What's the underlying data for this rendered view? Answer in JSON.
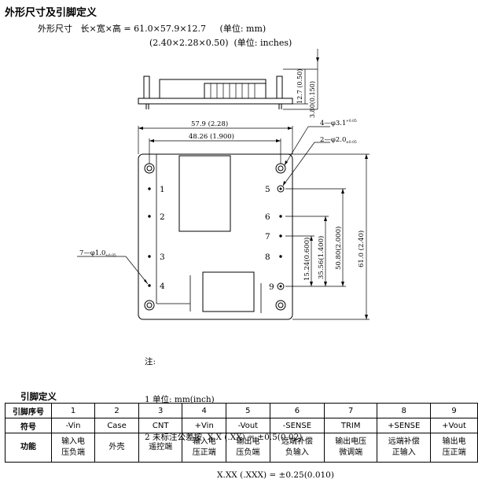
{
  "title": "外形尺寸及引脚定义",
  "dimensions": {
    "label": "外形尺寸",
    "metric": "长×宽×高 = 61.0×57.9×12.7",
    "metric_unit": "(单位: mm)",
    "imperial": "(2.40×2.28×0.50)",
    "imperial_unit": "(单位: inches)"
  },
  "side_view": {
    "dim_height": "12.7 (0.50)",
    "dim_pin": "3.80(0.150)"
  },
  "top_view": {
    "width_total": "57.9 (2.28)",
    "width_holes": "48.26 (1.900)",
    "height_total": "61.0 (2.40)",
    "height_a": "50.80(2.000)",
    "height_b": "35.56(1.400)",
    "height_c": "15.24(0.600)",
    "mount_holes": "4—φ3.1",
    "mount_holes_tol": "+0.05",
    "pin_big": "2—φ2.0",
    "pin_big_tol": "±0.05",
    "pin_small": "7—φ1.0",
    "pin_small_tol": "±0.05",
    "pin_numbers": [
      "1",
      "2",
      "3",
      "4",
      "5",
      "6",
      "7",
      "8",
      "9"
    ]
  },
  "notes": {
    "head": "注:",
    "line1": "1 单位: mm(inch)",
    "line2": "2 未标注公差按  X.X (.XX) = ±0.5(0.02)",
    "line3": "X.XX (.XXX) = ±0.25(0.010)"
  },
  "pin_section_title": "引脚定义",
  "pin_table": {
    "row_labels": [
      "引脚序号",
      "符号",
      "功能"
    ],
    "pins": [
      {
        "no": "1",
        "symbol": "-Vin",
        "func_a": "输入电",
        "func_b": "压负端"
      },
      {
        "no": "2",
        "symbol": "Case",
        "func_a": "外壳",
        "func_b": ""
      },
      {
        "no": "3",
        "symbol": "CNT",
        "func_a": "遥控端",
        "func_b": ""
      },
      {
        "no": "4",
        "symbol": "+Vin",
        "func_a": "输入电",
        "func_b": "压正端"
      },
      {
        "no": "5",
        "symbol": "-Vout",
        "func_a": "输出电",
        "func_b": "压负端"
      },
      {
        "no": "6",
        "symbol": "-SENSE",
        "func_a": "远端补偿",
        "func_b": "负输入"
      },
      {
        "no": "7",
        "symbol": "TRIM",
        "func_a": "输出电压",
        "func_b": "微调端"
      },
      {
        "no": "8",
        "symbol": "+SENSE",
        "func_a": "远端补偿",
        "func_b": "正输入"
      },
      {
        "no": "9",
        "symbol": "+Vout",
        "func_a": "输出电",
        "func_b": "压正端"
      }
    ]
  }
}
